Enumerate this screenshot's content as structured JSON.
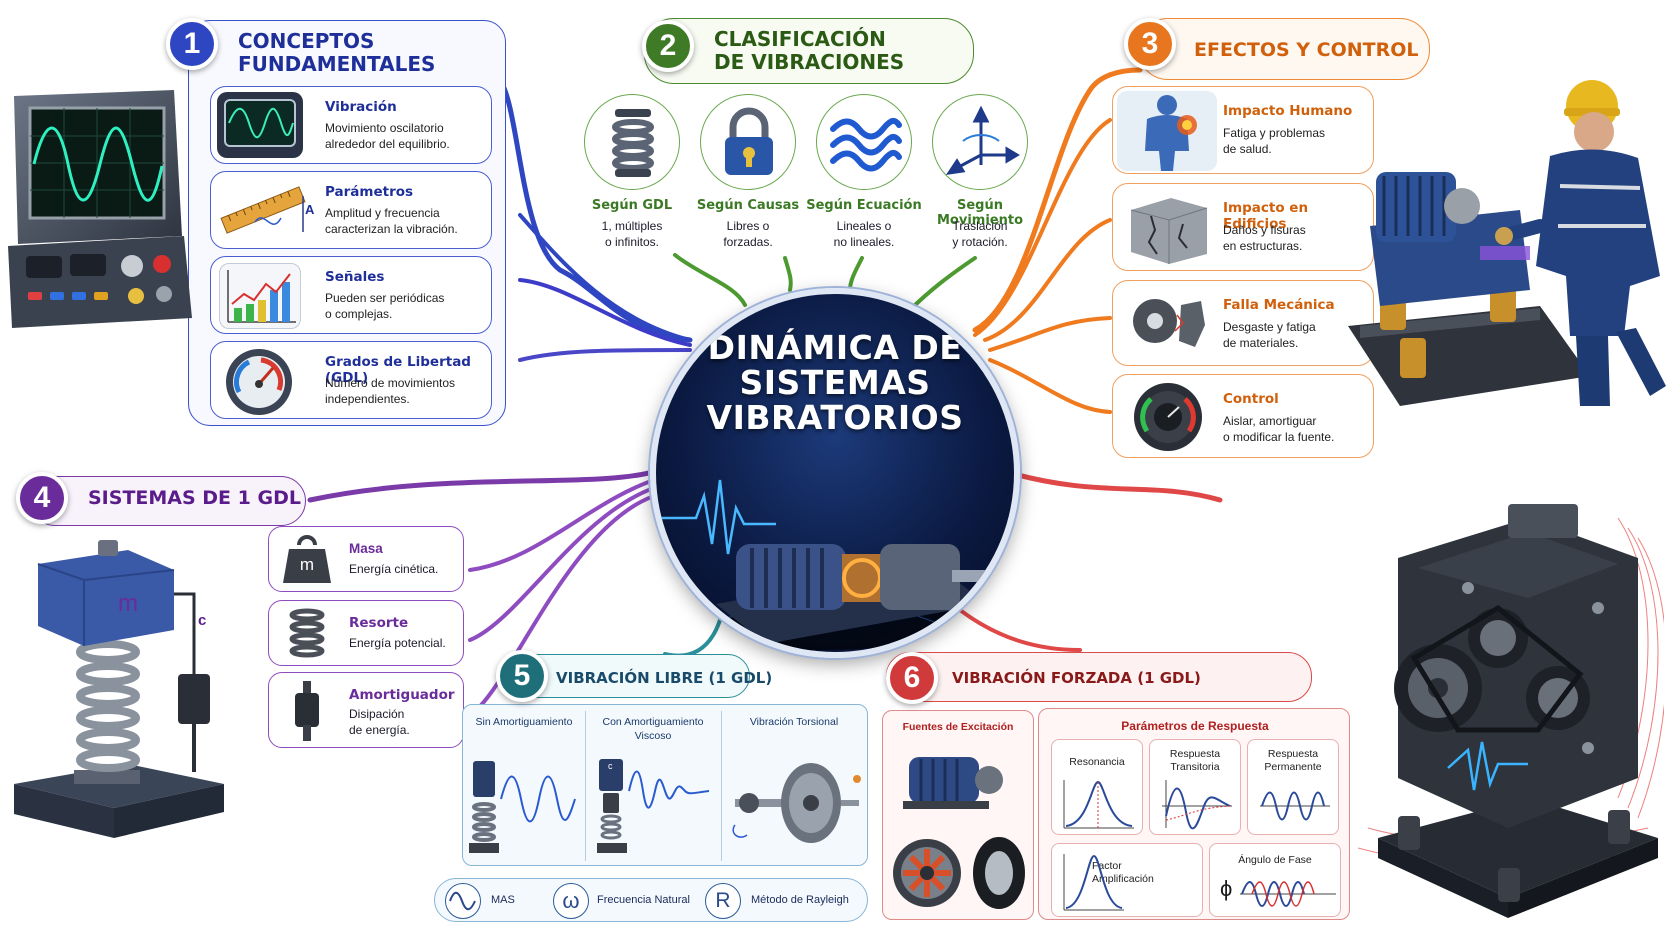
{
  "center": {
    "title": "DINÁMICA DE\nSISTEMAS\nVIBRATORIOS"
  },
  "sections": [
    {
      "number": "1",
      "title": "CONCEPTOS\nFUNDAMENTALES",
      "color": "#2f46c2",
      "items": [
        {
          "title": "Vibración",
          "desc": "Movimiento oscilatorio\nalrededor del equilibrio.",
          "icon": "oscilloscope-icon"
        },
        {
          "title": "Parámetros",
          "desc": "Amplitud y frecuencia\ncaracterizan la vibración.",
          "icon": "ruler-icon",
          "icon_label": "A"
        },
        {
          "title": "Señales",
          "desc": "Pueden ser periódicas\no complejas.",
          "icon": "chart-icon"
        },
        {
          "title": "Grados de Libertad (GDL)",
          "desc": "Número de movimientos\nindependientes.",
          "icon": "gauge-icon"
        }
      ]
    },
    {
      "number": "2",
      "title": "CLASIFICACIÓN\nDE VIBRACIONES",
      "color": "#3f7a26",
      "items": [
        {
          "title": "Según GDL",
          "desc": "1, múltiples\no infinitos.",
          "icon": "spring-icon"
        },
        {
          "title": "Según Causas",
          "desc": "Libres o\nforzadas.",
          "icon": "lock-icon"
        },
        {
          "title": "Según Ecuación",
          "desc": "Lineales o\nno lineales.",
          "icon": "waves-icon"
        },
        {
          "title": "Según Movimiento",
          "desc": "Traslación\ny rotación.",
          "icon": "axes-icon"
        }
      ]
    },
    {
      "number": "3",
      "title": "EFECTOS Y CONTROL",
      "color": "#e8761e",
      "items": [
        {
          "title": "Impacto Humano",
          "desc": "Fatiga y problemas\nde salud.",
          "icon": "human-body-icon"
        },
        {
          "title": "Impacto en Edificios",
          "desc": "Daños y fisuras\nen estructuras.",
          "icon": "cracked-block-icon"
        },
        {
          "title": "Falla Mecánica",
          "desc": "Desgaste y fatiga\nde materiales.",
          "icon": "broken-gear-icon"
        },
        {
          "title": "Control",
          "desc": "Aislar, amortiguar\no modificar la fuente.",
          "icon": "dial-icon"
        }
      ]
    },
    {
      "number": "4",
      "title": "SISTEMAS DE 1 GDL",
      "color": "#6a2c9a",
      "items": [
        {
          "title": "Masa",
          "desc": "Energía cinética.",
          "icon": "weight-icon",
          "icon_label": "m"
        },
        {
          "title": "Resorte",
          "desc": "Energía potencial.",
          "icon": "spring-icon"
        },
        {
          "title": "Amortiguador",
          "desc": "Disipación\nde energía.",
          "icon": "damper-icon"
        }
      ],
      "model_labels": {
        "mass": "m",
        "damper": "c"
      }
    },
    {
      "number": "5",
      "title": "VIBRACIÓN LIBRE (1 GDL)",
      "color": "#1f7f8a",
      "panels": [
        {
          "title": "Sin Amortiguamiento"
        },
        {
          "title": "Con Amortiguamiento\nViscoso",
          "icon_label": "c"
        },
        {
          "title": "Vibración Torsional"
        }
      ],
      "bottom": [
        {
          "label": "MAS",
          "icon": "sine-icon"
        },
        {
          "label": "Frecuencia Natural",
          "icon": "omega-icon",
          "symbol": "ω"
        },
        {
          "label": "Método de Rayleigh",
          "icon": "r-icon",
          "symbol": "R"
        }
      ]
    },
    {
      "number": "6",
      "title": "VIBRACIÓN FORZADA (1 GDL)",
      "color": "#d03a3a",
      "sources_title": "Fuentes de Excitación",
      "response_title": "Parámetros de Respuesta",
      "responses": [
        {
          "title": "Resonancia"
        },
        {
          "title": "Respuesta\nTransitoria"
        },
        {
          "title": "Respuesta\nPermanente"
        },
        {
          "title": "Factor\nAmplificación"
        },
        {
          "title": "Ángulo de Fase",
          "symbol": "ϕ"
        }
      ]
    }
  ]
}
